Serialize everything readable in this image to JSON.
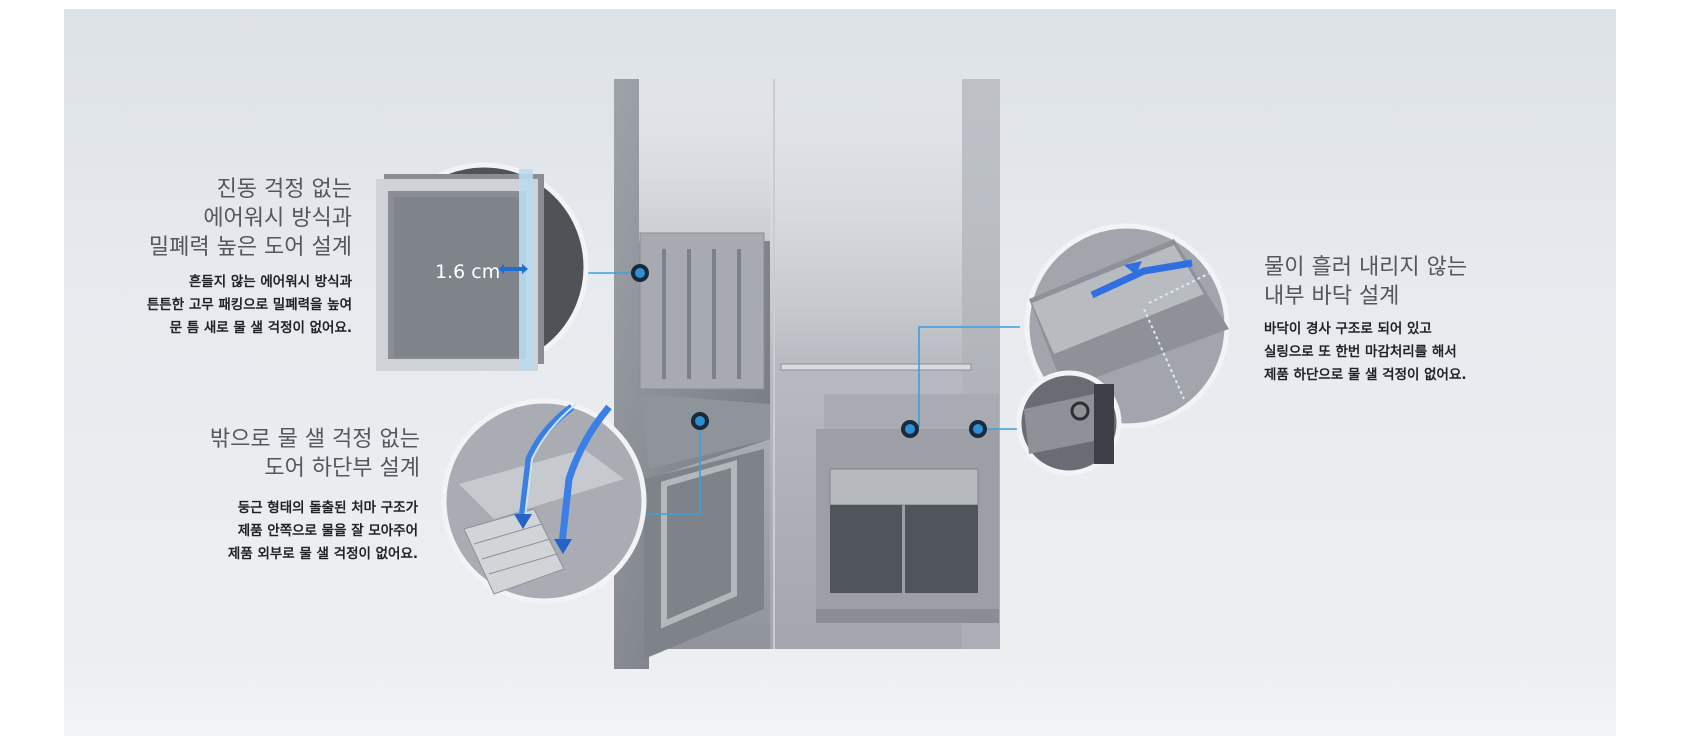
{
  "features": {
    "door_seal": {
      "title": "진동 걱정 없는\n에어워시 방식과\n밀폐력 높은 도어 설계",
      "desc": "흔들지 않는 에어워시 방식과\n튼튼한 고무 패킹으로 밀폐력을 높여\n문 틈 새로 물 샐 걱정이 없어요.",
      "measurement": "1.6 cm"
    },
    "door_bottom": {
      "title": "밖으로 물 샐 걱정 없는\n도어 하단부 설계",
      "desc": "둥근 형태의 돌출된 처마 구조가\n제품 안쪽으로 물을 잘 모아주어\n제품 외부로 물 샐 걱정이 없어요."
    },
    "floor": {
      "title": "물이 흘러 내리지 않는\n내부 바닥 설계",
      "desc": "바닥이 경사 구조로 되어 있고\n실링으로 또 한번 마감처리를 해서\n제품 하단으로 물 샐 걱정이 없어요."
    }
  },
  "colors": {
    "callout_line": "#3b9fe0",
    "marker": "#1e5d8c",
    "flow_arrow": "#2f6fe0",
    "background": "#e6e9ed"
  }
}
